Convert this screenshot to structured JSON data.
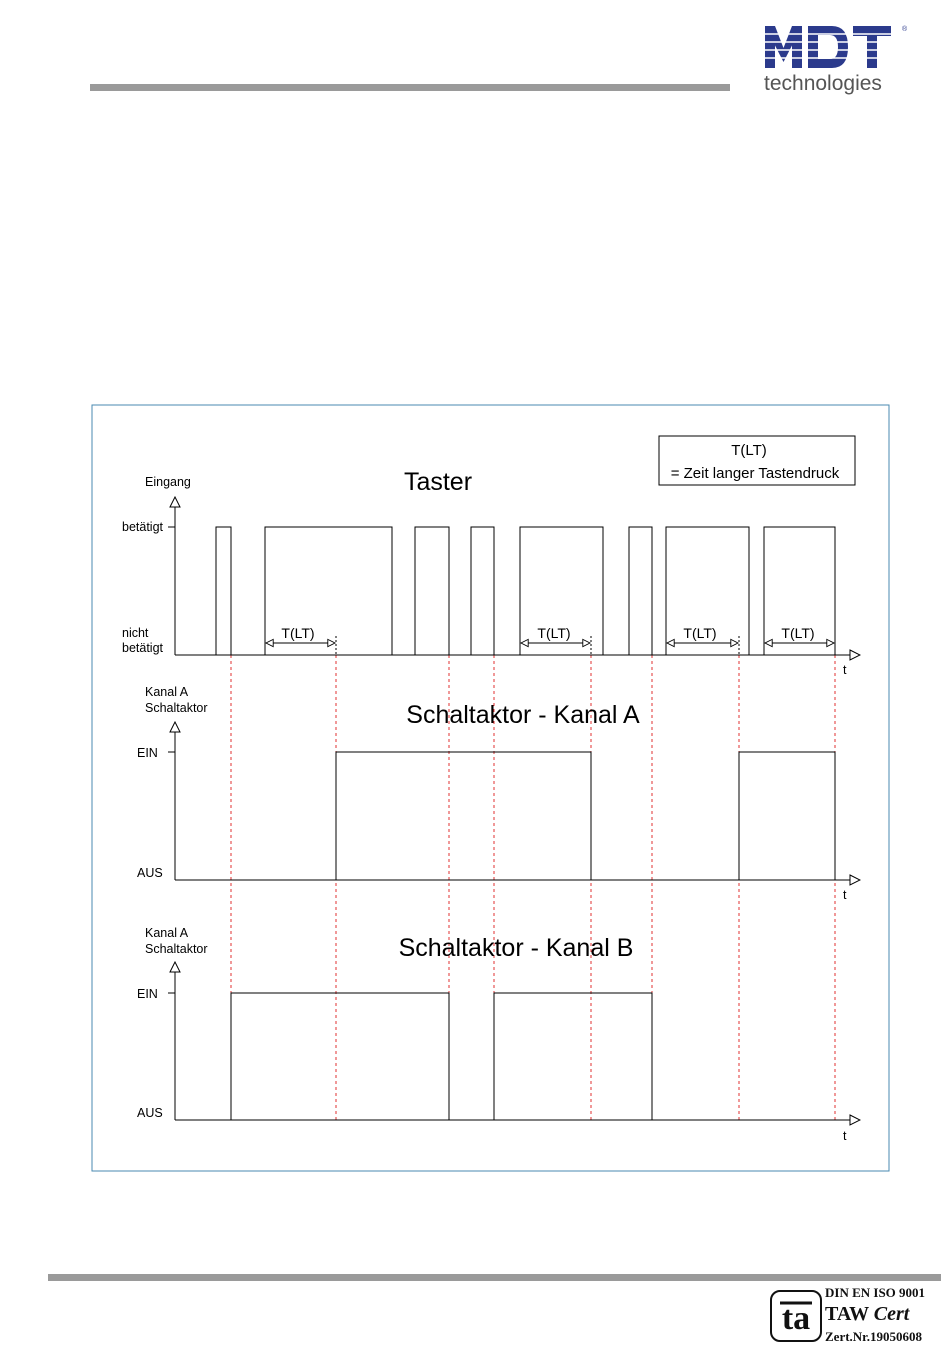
{
  "header": {
    "logo_text": "MDT",
    "logo_subtext": "technologies",
    "logo_color": "#2b3a8c"
  },
  "legend": {
    "line1": "T(LT)",
    "line2": "= Zeit langer Tastendruck"
  },
  "panels": {
    "taster": {
      "title": "Taster",
      "y_label": "Eingang",
      "high_label": "betätigt",
      "low_label_1": "nicht",
      "low_label_2": "betätigt",
      "t_label": "t",
      "interval_label": "T(LT)"
    },
    "kanal_a": {
      "title": "Schaltaktor - Kanal A",
      "y_label_1": "Kanal A",
      "y_label_2": "Schaltaktor",
      "high_label": "EIN",
      "low_label": "AUS",
      "t_label": "t"
    },
    "kanal_b": {
      "title": "Schaltaktor - Kanal B",
      "y_label_1": "Kanal A",
      "y_label_2": "Schaltaktor",
      "high_label": "EIN",
      "low_label": "AUS",
      "t_label": "t"
    }
  },
  "footer": {
    "cert_line1": "DIN EN ISO 9001",
    "cert_line2a": "TAW ",
    "cert_line2b": "Cert",
    "cert_line3": "Zert.Nr.19050608"
  },
  "colors": {
    "guide": "#e03030",
    "frame": "#4a8ab0",
    "rule": "#9a9a9a"
  }
}
